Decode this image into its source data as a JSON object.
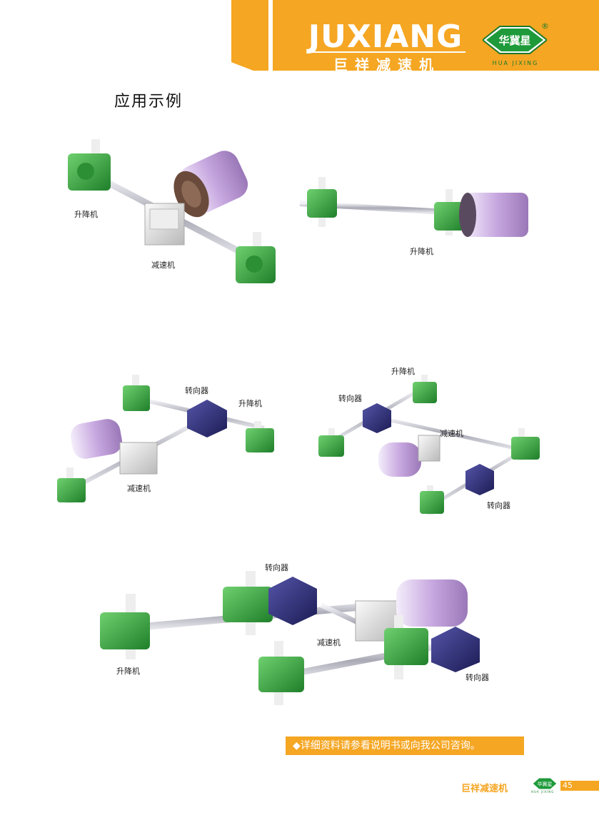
{
  "header": {
    "brand": "JUXIANG",
    "brand_cn": "巨祥减速机",
    "logo_text": "华冀星",
    "logo_reg": "®",
    "logo_pinyin": "HUA JIXING"
  },
  "page_title": "应用示例",
  "labels": {
    "jack": "升降机",
    "reducer": "减速机",
    "turner": "转向器"
  },
  "notice": "◆详细资料请参看说明书或向我公司咨询。",
  "footer": {
    "brand_cn": "巨祥减速机",
    "logo_text": "华冀星",
    "logo_pinyin": "HUA JIXING",
    "page_number": "45"
  },
  "colors": {
    "accent": "#f5a623",
    "jack_green": "#3aa83a",
    "turner_navy": "#2a2a72",
    "motor_lilac": "#c9a9e0",
    "reducer_grey": "#dcdcdc"
  }
}
